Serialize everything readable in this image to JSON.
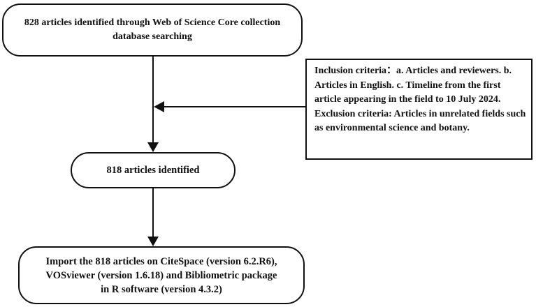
{
  "flowchart": {
    "start_box": {
      "line1": "828 articles identified through Web of Science Core collection",
      "line2": "database searching"
    },
    "criteria_box": {
      "inclusion": "Inclusion criteria：a. Articles and reviewers. b. Articles in English. c. Timeline from the first article appearing in the field to 10 July 2024.",
      "exclusion": "Exclusion criteria: Articles in unrelated fields such as environmental science and botany."
    },
    "mid_box": {
      "label": "818 articles identified"
    },
    "final_box": {
      "line1": "Import the 818 articles on CiteSpace (version 6.2.R6),",
      "line2": "VOSviewer (version 1.6.18) and Bibliometric package",
      "line3": "in R software (version 4.3.2)"
    }
  }
}
